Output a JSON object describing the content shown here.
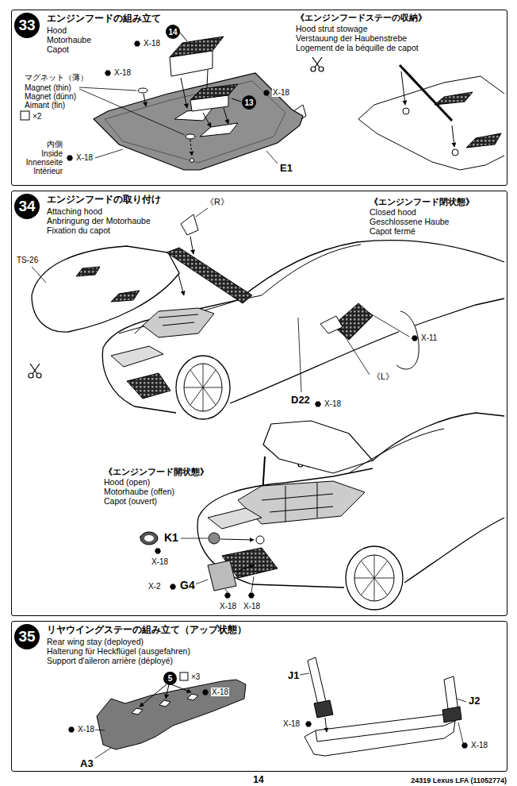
{
  "diagram": {
    "nodes": [
      {
        "text": [
          "エンジンフードの組み立て",
          "Hood",
          "Motorhaube",
          "Capot"
        ]
      },
      {
        "text": [
          "33"
        ],
        "in": 0
      },
      {
        "text": [
          "14"
        ],
        "in": 0
      },
      {
        "text": [
          "13"
        ],
        "in": 0
      },
      {
        "text": [
          "エンジンフードの取り付け",
          "Attaching hood",
          "Anbringung der Motorhaube",
          "Fixation du capot"
        ]
      },
      {
        "text": [
          "34"
        ],
        "in": 4
      },
      {
        "text": [
          "リヤウイングステーの組み立て（アップ状態）",
          "Rear wing stay (deployed)",
          "Halterung für Heckflügel (ausgefahren)",
          "Support d'aileron arrière (déployé)"
        ]
      },
      {
        "text": [
          "35"
        ],
        "in": 6
      },
      {
        "text": [
          "5"
        ],
        "in": 6
      }
    ],
    "labels": [
      "《エンジンフードステーの収納》",
      "Hood strut stowage",
      "Verstauung der Haubenstrebe",
      "Logement de la béquille de capot",
      "X-18",
      "マグネット（薄）",
      "Magnet (thin)",
      "Magnet (dünn)",
      "Aimant (fin)",
      "X-18",
      "×2",
      "X-18",
      "内側",
      "Inside",
      "Innenseite",
      "Intérieur",
      "X-18",
      "E1",
      "《R》",
      "TS-26",
      "《エンジンフード閉状態》",
      "Closed hood",
      "Geschlossene Haube",
      "Capot fermé",
      "X-11",
      "《L》",
      "D22",
      "X-18",
      "《エンジンフード開状態》",
      "Hood (open)",
      "Motorhaube (offen)",
      "Capot (ouvert)",
      "K1",
      "X-18",
      "X-2",
      "G4",
      "X-18",
      "X-18",
      "×3",
      "X-18",
      "X-18",
      "A3",
      "J1",
      "X-18",
      "J2",
      "X-18",
      "14",
      "24319 Lexus LFA (11052774)"
    ]
  }
}
